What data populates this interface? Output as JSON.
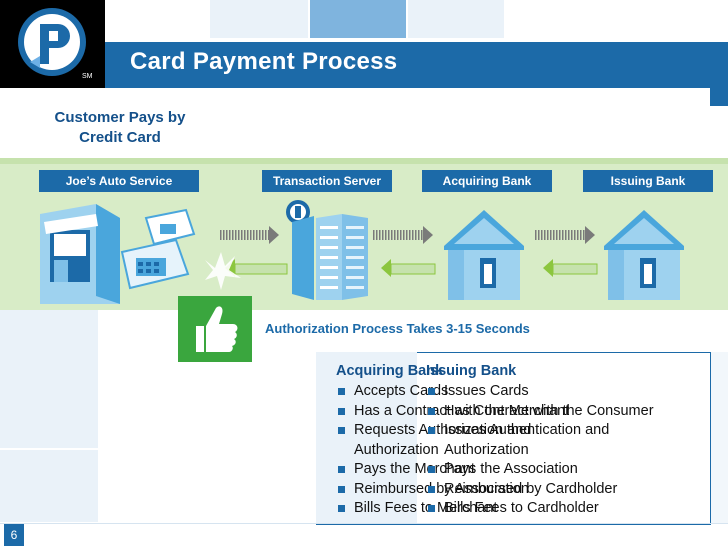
{
  "slide": {
    "title": "Card Payment Process",
    "page_number": "6",
    "caption": "Customer Pays by Credit Card",
    "logo_mark": "SM"
  },
  "entities": [
    {
      "label": "Joe’s Auto Service"
    },
    {
      "label": "Transaction Server"
    },
    {
      "label": "Acquiring Bank"
    },
    {
      "label": "Issuing Bank"
    }
  ],
  "authorization_text": "Authorization Process Takes 3-15 Seconds",
  "acquiring": {
    "heading": "Acquiring Bank",
    "items": [
      "Accepts Cards",
      "Has a Contract with the Merchant",
      "Requests Authorization and",
      "Authorization",
      "Pays the Merchant",
      "Reimbursed by Association",
      "Bills Fees to Merchant"
    ]
  },
  "issuing": {
    "heading": "Issuing Bank",
    "items": [
      "Issues Cards",
      "Has Contract with the Consumer",
      "Issues Authentication and",
      "Authorization",
      "Pays the Association",
      "Reimbursed by Cardholder",
      "Bills Fees to Cardholder"
    ]
  },
  "colors": {
    "brand_blue": "#1c6aa8",
    "band_green": "#d8ecc7",
    "arrow_green": "#8cc63e",
    "thumb_green": "#3aa63e"
  },
  "icons": [
    "logo-icon",
    "storefront-icon",
    "payment-terminal-icon",
    "credit-card-icon",
    "server-icon",
    "bank-building-icon",
    "thumbs-up-icon",
    "flow-arrow-icon"
  ]
}
